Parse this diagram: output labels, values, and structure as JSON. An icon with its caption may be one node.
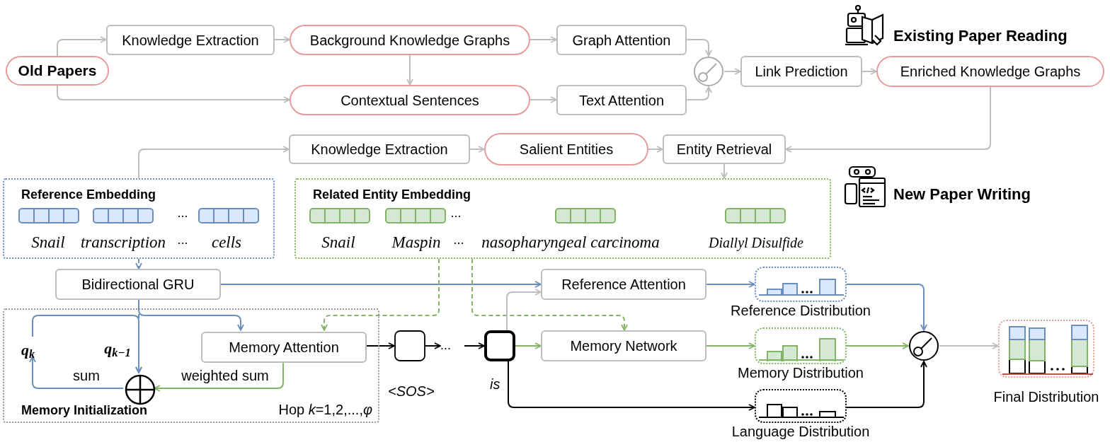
{
  "diagram": {
    "nodes": [
      {
        "text": [
          "Old Papers"
        ]
      },
      {
        "text": [
          "Knowledge Extraction"
        ]
      },
      {
        "text": [
          "Background Knowledge Graphs"
        ]
      },
      {
        "text": [
          "Graph Attention"
        ]
      },
      {
        "text": [
          "Contextual Sentences"
        ]
      },
      {
        "text": [
          "Text Attention"
        ]
      },
      {
        "text": [],
        "shape": "circle"
      },
      {
        "text": [
          "Link Prediction"
        ]
      },
      {
        "text": [
          "Enriched Knowledge Graphs"
        ]
      },
      {
        "text": [
          "Knowledge Extraction"
        ]
      },
      {
        "text": [
          "Salient Entities"
        ]
      },
      {
        "text": [
          "Entity Retrieval"
        ]
      },
      {
        "text": [
          "Reference Embedding"
        ]
      },
      {
        "text": [
          "Related Entity Embedding"
        ]
      },
      {
        "text": [
          "Bidirectional GRU"
        ]
      },
      {
        "text": [
          "Memory Initialization",
          "Hop *k*=1,2,...,*φ*"
        ]
      },
      {
        "text": [
          "Memory Attention"
        ],
        "in": 15
      },
      {
        "text": [
          "q$_{k}$"
        ],
        "in": 15
      },
      {
        "text": [],
        "shape": "circle",
        "in": 15
      },
      {
        "text": [],
        "shape": "box",
        "beside": [
          "<SOS>"
        ]
      },
      {
        "text": [
          "..."
        ]
      },
      {
        "text": [],
        "shape": "box",
        "beside": [
          "is"
        ]
      },
      {
        "text": [
          "Reference Attention"
        ]
      },
      {
        "text": [
          "Memory Network"
        ]
      },
      {
        "text": [
          "Reference Distribution"
        ]
      },
      {
        "text": [
          "Memory Distribution"
        ]
      },
      {
        "text": [
          "Language Distribution"
        ]
      },
      {
        "text": [],
        "shape": "circle"
      },
      {
        "text": [
          "Final Distribution"
        ]
      }
    ],
    "edges": [
      {
        "from": 0,
        "to": 1,
        "arrow": "to"
      },
      {
        "from": 0,
        "to": 4,
        "arrow": "to"
      },
      {
        "from": 1,
        "to": 2,
        "arrow": "to"
      },
      {
        "from": 2,
        "to": 3,
        "arrow": "to"
      },
      {
        "from": 2,
        "to": 4,
        "arrow": "to"
      },
      {
        "from": 4,
        "to": 5,
        "arrow": "to"
      },
      {
        "from": 3,
        "to": 6,
        "arrow": "to"
      },
      {
        "from": 5,
        "to": 6,
        "arrow": "to"
      },
      {
        "from": 6,
        "to": 7,
        "arrow": "to"
      },
      {
        "from": 7,
        "to": 8,
        "arrow": "to"
      },
      {
        "from": 8,
        "to": 11,
        "arrow": "to"
      },
      {
        "from": 12,
        "to": 9,
        "arrow": "to"
      },
      {
        "from": 9,
        "to": 10,
        "arrow": "to"
      },
      {
        "from": 10,
        "to": 11,
        "arrow": "to"
      },
      {
        "from": 11,
        "to": 13,
        "arrow": "to"
      },
      {
        "from": 12,
        "to": 14,
        "arrow": "to",
        "style": "dashed",
        "color": "#6c8ebf"
      },
      {
        "from": 14,
        "to": 22,
        "arrow": "to",
        "color": "#6c8ebf"
      },
      {
        "from": 14,
        "to": 16,
        "arrow": "to",
        "color": "#6c8ebf"
      },
      {
        "from": 14,
        "to": 18,
        "arrow": "to",
        "style": "dashed",
        "color": "#6c8ebf"
      },
      {
        "from": 17,
        "to": 18,
        "arrow": "to",
        "color": "#6c8ebf"
      },
      {
        "from": 18,
        "to": 17,
        "arrow": "to",
        "label": "sum",
        "color": "#6c8ebf"
      },
      {
        "from": 16,
        "to": 18,
        "arrow": "to",
        "label": "weighted sum",
        "color": "#82b366"
      },
      {
        "from": 13,
        "to": 16,
        "arrow": "to",
        "style": "dashed",
        "color": "#82b366"
      },
      {
        "from": 13,
        "to": 23,
        "arrow": "to",
        "style": "dashed",
        "color": "#82b366"
      },
      {
        "from": 16,
        "to": 19,
        "arrow": "to",
        "color": "#000000"
      },
      {
        "from": 19,
        "to": 20,
        "arrow": "to",
        "color": "#000000"
      },
      {
        "from": 20,
        "to": 21,
        "arrow": "to",
        "color": "#000000"
      },
      {
        "from": 21,
        "to": 22,
        "arrow": "to"
      },
      {
        "from": 21,
        "to": 23,
        "arrow": "to",
        "color": "#82b366"
      },
      {
        "from": 21,
        "to": 26,
        "arrow": "to",
        "color": "#000000"
      },
      {
        "from": 22,
        "to": 24,
        "arrow": "to",
        "color": "#6c8ebf"
      },
      {
        "from": 23,
        "to": 25,
        "arrow": "to",
        "color": "#82b366"
      },
      {
        "from": 24,
        "to": 27,
        "arrow": "to",
        "color": "#6c8ebf"
      },
      {
        "from": 25,
        "to": 27,
        "arrow": "to",
        "color": "#82b366"
      },
      {
        "from": 26,
        "to": 27,
        "arrow": "to",
        "color": "#000000"
      },
      {
        "from": 27,
        "to": 28,
        "arrow": "to"
      }
    ],
    "labels": [
      "Existing Paper Reading",
      "New Paper Writing",
      "...",
      "Snail",
      "transcription",
      "...",
      "cells",
      "...",
      "Snail",
      "Maspin",
      "...",
      "nasopharyngeal carcinoma",
      "Diallyl Disulfide",
      "q$_{k−1}$"
    ]
  }
}
